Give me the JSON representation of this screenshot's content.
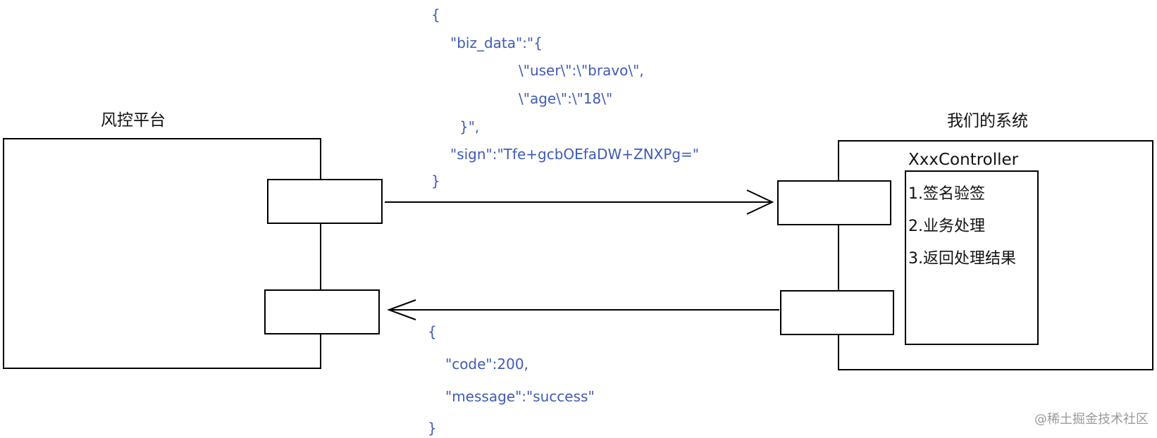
{
  "colors": {
    "line": "#000000",
    "json": "#3f5bb5",
    "text": "#111111",
    "watermark": "#9a9a9a"
  },
  "left_system": {
    "title": "风控平台"
  },
  "right_system": {
    "title": "我们的系统",
    "controller": {
      "title": "XxxController",
      "steps": [
        "1.签名验签",
        "2.业务处理",
        "3.返回处理结果"
      ]
    }
  },
  "request_json": {
    "lines": [
      "{",
      "\"biz_data\":\"{",
      "\\\"user\\\":\\\"bravo\\\",",
      "\\\"age\\\":\\\"18\\\"",
      "}\",",
      "\"sign\":\"Tfe+gcbOEfaDW+ZNXPg=\"",
      "}"
    ]
  },
  "response_json": {
    "lines": [
      "{",
      "\"code\":200,",
      "\"message\":\"success\"",
      "}"
    ]
  },
  "watermark": "@稀土掘金技术社区"
}
